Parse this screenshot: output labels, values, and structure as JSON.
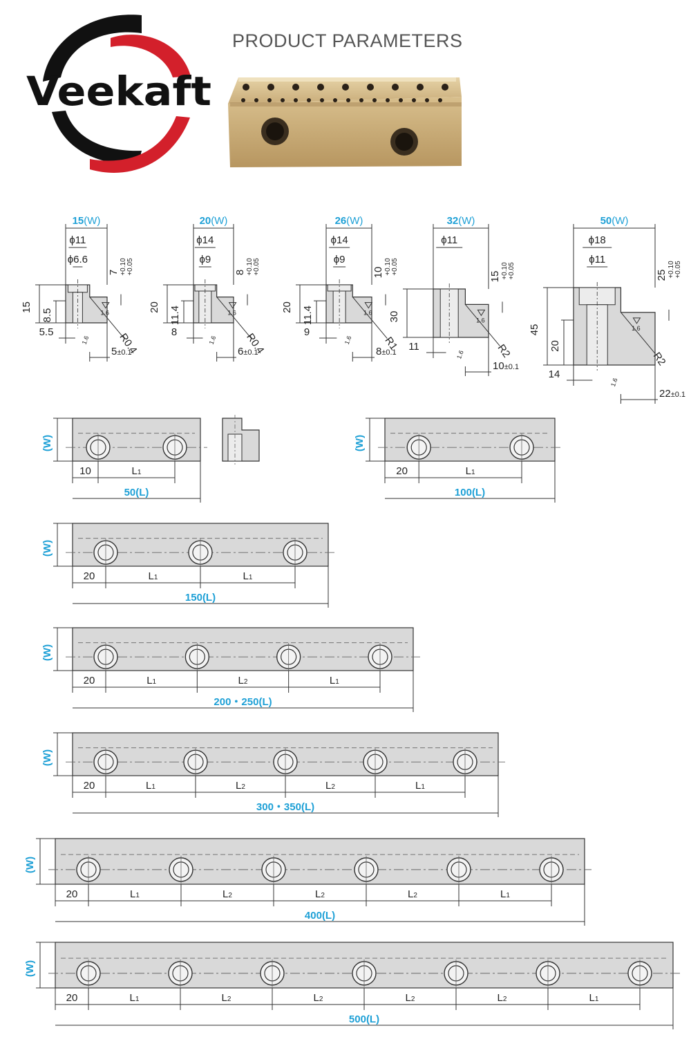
{
  "header": {
    "brand": "Veekaft",
    "title": "PRODUCT PARAMETERS"
  },
  "colors": {
    "brand_red": "#d3202b",
    "brand_black": "#111111",
    "accent_blue": "#1ea0d6",
    "part_fill": "#d9d9d9",
    "line": "#333333",
    "bronze": "#c9ad7a"
  },
  "sections": [
    {
      "width": "15",
      "unit": "(W)",
      "d_outer": "ϕ11",
      "d_inner": "ϕ6.6",
      "height": "15",
      "step": "8.5",
      "slot_width": "7",
      "tolerance": "+0.10 +0.05",
      "offset": "5.5",
      "radius": "R0.4",
      "slot": "5",
      "slot_tol": "±0.1",
      "roughness": "1.6"
    },
    {
      "width": "20",
      "unit": "(W)",
      "d_outer": "ϕ14",
      "d_inner": "ϕ9",
      "height": "20",
      "step": "11.4",
      "slot_width": "8",
      "tolerance": "+0.10 +0.05",
      "offset": "8",
      "radius": "R0.4",
      "slot": "6",
      "slot_tol": "±0.1",
      "roughness": "1.6"
    },
    {
      "width": "26",
      "unit": "(W)",
      "d_outer": "ϕ14",
      "d_inner": "ϕ9",
      "height": "20",
      "step": "11.4",
      "slot_width": "10",
      "tolerance": "+0.10 +0.05",
      "offset": "9",
      "radius": "R1",
      "slot": "8",
      "slot_tol": "±0.1",
      "roughness": "1.6"
    },
    {
      "width": "32",
      "unit": "(W)",
      "d_outer": "ϕ11",
      "height": "30",
      "slot_width": "15",
      "tolerance": "+0.10 +0.05",
      "offset": "11",
      "radius": "R2",
      "slot": "10",
      "slot_tol": "±0.1",
      "roughness": "1.6"
    },
    {
      "width": "50",
      "unit": "(W)",
      "d_outer": "ϕ18",
      "d_inner": "ϕ11",
      "height": "45",
      "step": "20",
      "slot_width": "25",
      "tolerance": "+0.10 +0.05",
      "offset": "14",
      "radius": "R2",
      "slot": "22",
      "slot_tol": "±0.1",
      "roughness": "1.6"
    }
  ],
  "plates": [
    {
      "length": "50",
      "unit": "(L)",
      "w_label": "(W)",
      "spans": [
        "10",
        "L1"
      ]
    },
    {
      "length": "100",
      "unit": "(L)",
      "w_label": "(W)",
      "spans": [
        "20",
        "L1"
      ]
    },
    {
      "length": "150",
      "unit": "(L)",
      "w_label": "(W)",
      "spans": [
        "20",
        "L1",
        "L1"
      ]
    },
    {
      "length": "200・250",
      "unit": "(L)",
      "w_label": "(W)",
      "spans": [
        "20",
        "L1",
        "L2",
        "L1"
      ]
    },
    {
      "length": "300・350",
      "unit": "(L)",
      "w_label": "(W)",
      "spans": [
        "20",
        "L1",
        "L2",
        "L2",
        "L1"
      ]
    },
    {
      "length": "400",
      "unit": "(L)",
      "w_label": "(W)",
      "spans": [
        "20",
        "L1",
        "L2",
        "L2",
        "L2",
        "L1"
      ]
    },
    {
      "length": "500",
      "unit": "(L)",
      "w_label": "(W)",
      "spans": [
        "20",
        "L1",
        "L2",
        "L2",
        "L2",
        "L2",
        "L1"
      ]
    }
  ]
}
